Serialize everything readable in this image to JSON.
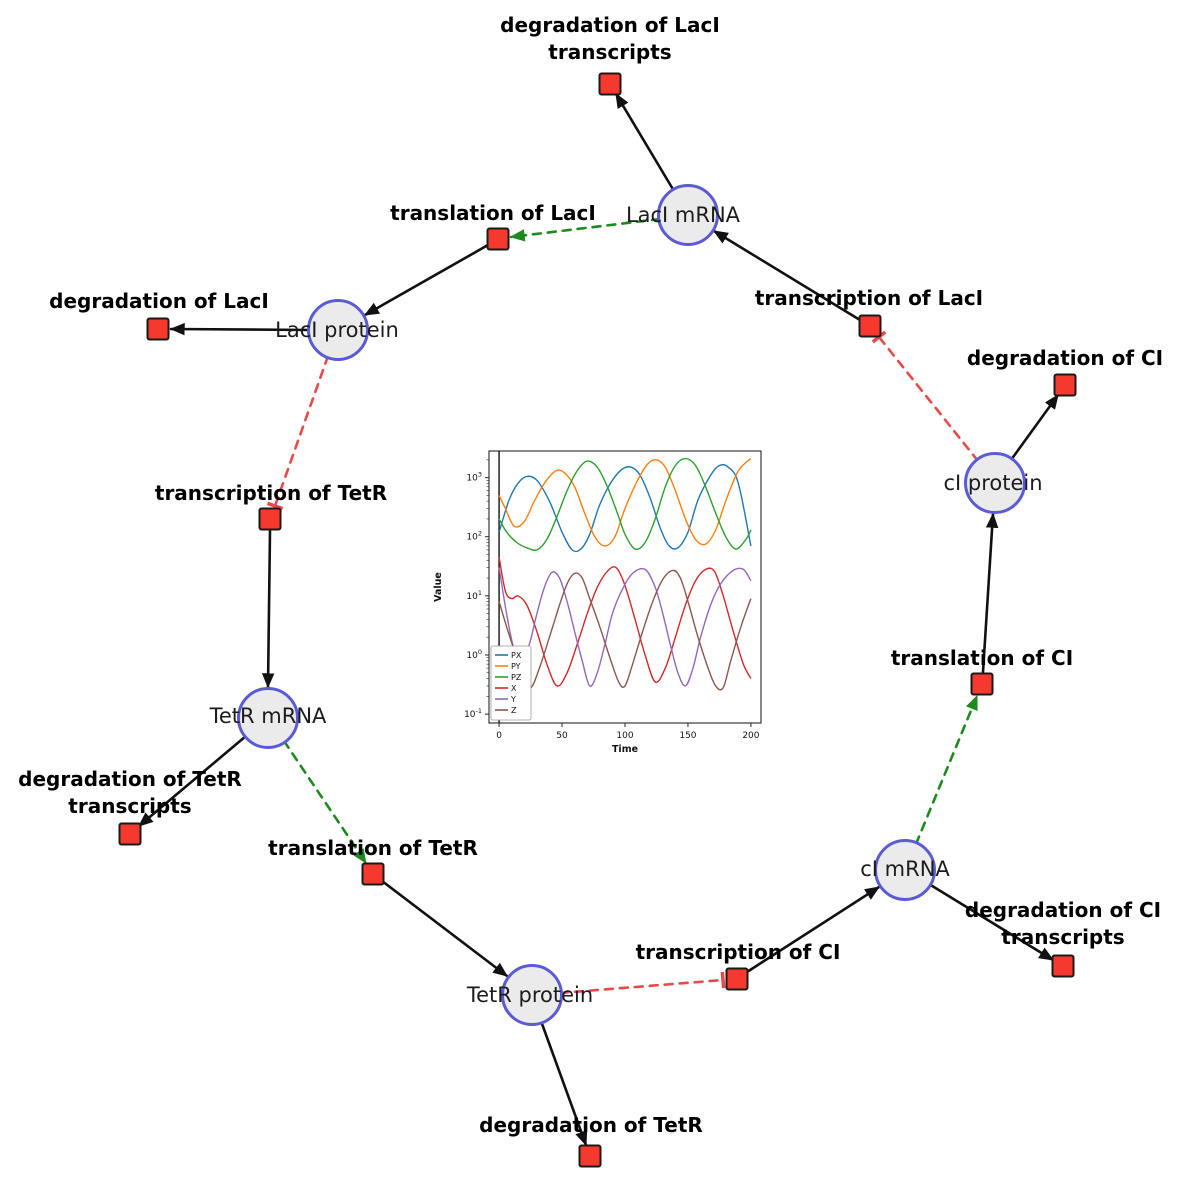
{
  "colors": {
    "species_fill": "#ebebeb",
    "species_border": "#5b5bd6",
    "reaction_fill": "#f5392e",
    "reaction_border": "#1a1a1a",
    "edge_black": "#111111",
    "edge_activation_green": "#1e8a1e",
    "edge_inhibition_red": "#e94949"
  },
  "diagram": {
    "species": [
      {
        "id": "laci_mrna",
        "label": "LacI mRNA"
      },
      {
        "id": "laci_protein",
        "label": "LacI protein"
      },
      {
        "id": "tetr_mrna",
        "label": "TetR mRNA"
      },
      {
        "id": "tetr_protein",
        "label": "TetR protein"
      },
      {
        "id": "ci_mrna",
        "label": "cI mRNA"
      },
      {
        "id": "ci_protein",
        "label": "cI protein"
      }
    ],
    "reactions": [
      {
        "id": "deg_laci_tx",
        "label": "degradation of LacI transcripts"
      },
      {
        "id": "transl_laci",
        "label": "translation of LacI"
      },
      {
        "id": "deg_laci",
        "label": "degradation of LacI"
      },
      {
        "id": "txn_laci",
        "label": "transcription of LacI"
      },
      {
        "id": "deg_ci",
        "label": "degradation of CI"
      },
      {
        "id": "txn_tetr",
        "label": "transcription of TetR"
      },
      {
        "id": "transl_ci",
        "label": "translation of CI"
      },
      {
        "id": "deg_tetr_tx",
        "label": "degradation of TetR transcripts"
      },
      {
        "id": "transl_tetr",
        "label": "translation of TetR"
      },
      {
        "id": "deg_ci_tx",
        "label": "degradation of CI transcripts"
      },
      {
        "id": "txn_ci",
        "label": "transcription of CI"
      },
      {
        "id": "deg_tetr",
        "label": "degradation of TetR"
      }
    ]
  },
  "chart_data": {
    "type": "line",
    "title": "",
    "xlabel": "Time",
    "ylabel": "Value",
    "xlim": [
      -8,
      208
    ],
    "ylog_lim": [
      -1.15,
      3.45
    ],
    "xticks": [
      0,
      50,
      100,
      150,
      200
    ],
    "ytick_exponents": [
      -1,
      0,
      1,
      2,
      3
    ],
    "grid": false,
    "legend_position": "lower left",
    "vline_x": 0,
    "series": [
      {
        "name": "PX",
        "color": "#1f77b4",
        "points": [
          [
            0,
            120
          ],
          [
            8,
            420
          ],
          [
            15,
            800
          ],
          [
            22,
            1050
          ],
          [
            30,
            900
          ],
          [
            40,
            400
          ],
          [
            50,
            120
          ],
          [
            58,
            60
          ],
          [
            65,
            62
          ],
          [
            72,
            110
          ],
          [
            80,
            350
          ],
          [
            90,
            900
          ],
          [
            98,
            1400
          ],
          [
            105,
            1500
          ],
          [
            112,
            1100
          ],
          [
            120,
            450
          ],
          [
            128,
            140
          ],
          [
            135,
            70
          ],
          [
            142,
            65
          ],
          [
            150,
            120
          ],
          [
            158,
            420
          ],
          [
            168,
            1100
          ],
          [
            175,
            1600
          ],
          [
            182,
            1500
          ],
          [
            190,
            800
          ],
          [
            200,
            70
          ]
        ]
      },
      {
        "name": "PY",
        "color": "#ff7f0e",
        "points": [
          [
            0,
            500
          ],
          [
            5,
            300
          ],
          [
            12,
            150
          ],
          [
            20,
            180
          ],
          [
            28,
            400
          ],
          [
            36,
            800
          ],
          [
            45,
            1300
          ],
          [
            52,
            1200
          ],
          [
            60,
            700
          ],
          [
            68,
            250
          ],
          [
            76,
            100
          ],
          [
            84,
            70
          ],
          [
            92,
            100
          ],
          [
            100,
            300
          ],
          [
            110,
            900
          ],
          [
            118,
            1700
          ],
          [
            125,
            2000
          ],
          [
            132,
            1500
          ],
          [
            140,
            600
          ],
          [
            148,
            200
          ],
          [
            156,
            90
          ],
          [
            164,
            75
          ],
          [
            172,
            130
          ],
          [
            180,
            400
          ],
          [
            190,
            1300
          ],
          [
            200,
            2100
          ]
        ]
      },
      {
        "name": "PZ",
        "color": "#2ca02c",
        "points": [
          [
            0,
            200
          ],
          [
            6,
            120
          ],
          [
            14,
            80
          ],
          [
            22,
            65
          ],
          [
            30,
            60
          ],
          [
            38,
            90
          ],
          [
            46,
            220
          ],
          [
            54,
            600
          ],
          [
            62,
            1300
          ],
          [
            70,
            1900
          ],
          [
            78,
            1500
          ],
          [
            86,
            700
          ],
          [
            94,
            250
          ],
          [
            100,
            110
          ],
          [
            108,
            62
          ],
          [
            116,
            80
          ],
          [
            124,
            200
          ],
          [
            132,
            700
          ],
          [
            140,
            1600
          ],
          [
            148,
            2100
          ],
          [
            156,
            1600
          ],
          [
            164,
            700
          ],
          [
            172,
            250
          ],
          [
            180,
            100
          ],
          [
            188,
            62
          ],
          [
            196,
            90
          ],
          [
            200,
            130
          ]
        ]
      },
      {
        "name": "X",
        "color": "#d62728",
        "points": [
          [
            0,
            45
          ],
          [
            5,
            12
          ],
          [
            10,
            9
          ],
          [
            15,
            10
          ],
          [
            22,
            7
          ],
          [
            30,
            2.5
          ],
          [
            38,
            0.7
          ],
          [
            46,
            0.3
          ],
          [
            54,
            0.5
          ],
          [
            62,
            1.5
          ],
          [
            70,
            5
          ],
          [
            78,
            14
          ],
          [
            86,
            26
          ],
          [
            93,
            30
          ],
          [
            100,
            15
          ],
          [
            108,
            4
          ],
          [
            116,
            1
          ],
          [
            124,
            0.35
          ],
          [
            132,
            0.6
          ],
          [
            140,
            2
          ],
          [
            148,
            7
          ],
          [
            156,
            18
          ],
          [
            164,
            28
          ],
          [
            171,
            26
          ],
          [
            178,
            10
          ],
          [
            186,
            2.5
          ],
          [
            194,
            0.7
          ],
          [
            200,
            0.4
          ]
        ]
      },
      {
        "name": "Y",
        "color": "#9467bd",
        "points": [
          [
            0,
            30
          ],
          [
            6,
            5
          ],
          [
            12,
            1.2
          ],
          [
            18,
            0.8
          ],
          [
            24,
            1.5
          ],
          [
            30,
            5
          ],
          [
            36,
            14
          ],
          [
            42,
            25
          ],
          [
            48,
            20
          ],
          [
            54,
            8
          ],
          [
            60,
            2.5
          ],
          [
            66,
            0.8
          ],
          [
            72,
            0.3
          ],
          [
            78,
            0.5
          ],
          [
            84,
            1.5
          ],
          [
            90,
            5
          ],
          [
            98,
            13
          ],
          [
            106,
            24
          ],
          [
            116,
            28
          ],
          [
            124,
            14
          ],
          [
            130,
            5
          ],
          [
            136,
            1.5
          ],
          [
            142,
            0.5
          ],
          [
            148,
            0.3
          ],
          [
            154,
            0.6
          ],
          [
            160,
            2
          ],
          [
            168,
            7
          ],
          [
            176,
            16
          ],
          [
            186,
            27
          ],
          [
            194,
            28
          ],
          [
            200,
            18
          ]
        ]
      },
      {
        "name": "Z",
        "color": "#8c564b",
        "points": [
          [
            0,
            8
          ],
          [
            6,
            3
          ],
          [
            12,
            1.2
          ],
          [
            18,
            0.5
          ],
          [
            25,
            0.28
          ],
          [
            32,
            0.6
          ],
          [
            40,
            2
          ],
          [
            48,
            7
          ],
          [
            54,
            16
          ],
          [
            60,
            24
          ],
          [
            66,
            20
          ],
          [
            72,
            9
          ],
          [
            80,
            3
          ],
          [
            88,
            0.9
          ],
          [
            95,
            0.35
          ],
          [
            100,
            0.3
          ],
          [
            106,
            0.7
          ],
          [
            114,
            2.5
          ],
          [
            122,
            8
          ],
          [
            130,
            19
          ],
          [
            138,
            27
          ],
          [
            144,
            20
          ],
          [
            150,
            8
          ],
          [
            158,
            2
          ],
          [
            166,
            0.6
          ],
          [
            172,
            0.3
          ],
          [
            178,
            0.28
          ],
          [
            184,
            0.8
          ],
          [
            192,
            3
          ],
          [
            200,
            9
          ]
        ]
      }
    ]
  }
}
